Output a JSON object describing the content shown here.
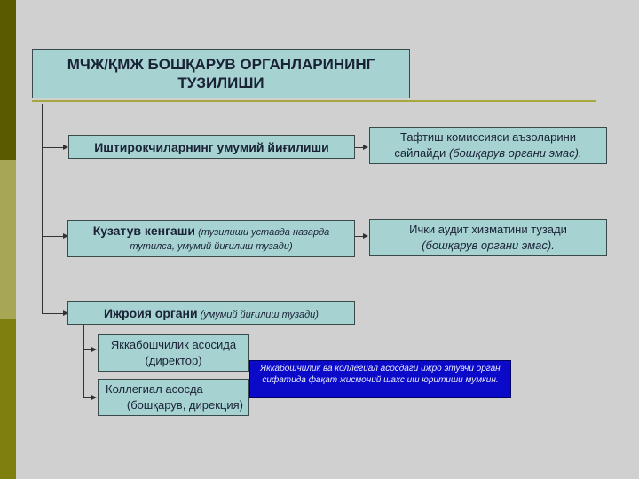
{
  "title": {
    "line1": "МЧЖ/ҚМЖ БОШҚАРУВ ОРГАНЛАРИНИНГ",
    "line2": "ТУЗИЛИШИ"
  },
  "nodes": {
    "general_meeting": "Иштирокчиларнинг умумий йиғилиши",
    "audit_commission": {
      "line1": "Тафтиш комиссияси аъзоларини",
      "line2": "сайлайди",
      "note": "(бошқарув органи эмас)."
    },
    "supervisory_board": {
      "label": "Кузатув кенгаши",
      "note1": "(тузилиши уставда назарда",
      "note2": "тутилса, умумий йиғилиш тузади)"
    },
    "internal_audit": {
      "line1": "Ички аудит хизматини тузади",
      "line2": "(бошқарув органи эмас)."
    },
    "executive_body": {
      "label": "Ижроия органи",
      "note": "(умумий йиғилиш тузади)"
    },
    "sole": {
      "line1": "Яккабошчилик асосида",
      "line2": "(директор)"
    },
    "collegial": {
      "line1": "Коллегиал асосда",
      "line2": "(бошқарув, дирекция)"
    },
    "note_blue": "Яккабошчилик ва коллегиал асосдаги ижро этувчи орган сифатида фақат жисмоний шахс иш юритиши мумкин."
  }
}
